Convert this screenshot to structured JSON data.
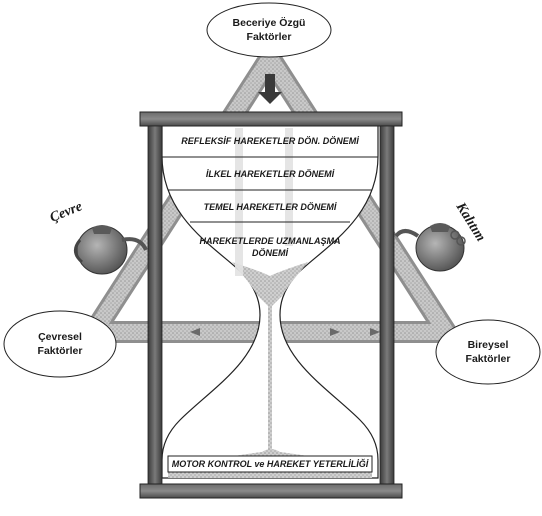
{
  "ovals": {
    "top": {
      "line1": "Beceriye Özgü",
      "line2": "Faktörler"
    },
    "left": {
      "line1": "Çevresel",
      "line2": "Faktörler"
    },
    "right": {
      "line1": "Bireysel",
      "line2": "Faktörler"
    }
  },
  "side_labels": {
    "left": "Çevre",
    "right": "Kalıtım"
  },
  "stages": [
    "REFLEKSİF HAREKETLER DÖN. DÖNEMİ",
    "İLKEL HAREKETLER DÖNEMİ",
    "TEMEL HAREKETLER DÖNEMİ",
    "HAREKETLERDE UZMANLAŞMA",
    "DÖNEMİ"
  ],
  "bottom_label": "MOTOR KONTROL ve HAREKET YETERLİLİĞİ",
  "colors": {
    "frame": "#4a4a4a",
    "triangle": "#9a9a9a",
    "sand": "#c8c8c8",
    "jug": "#6f6f6f"
  }
}
